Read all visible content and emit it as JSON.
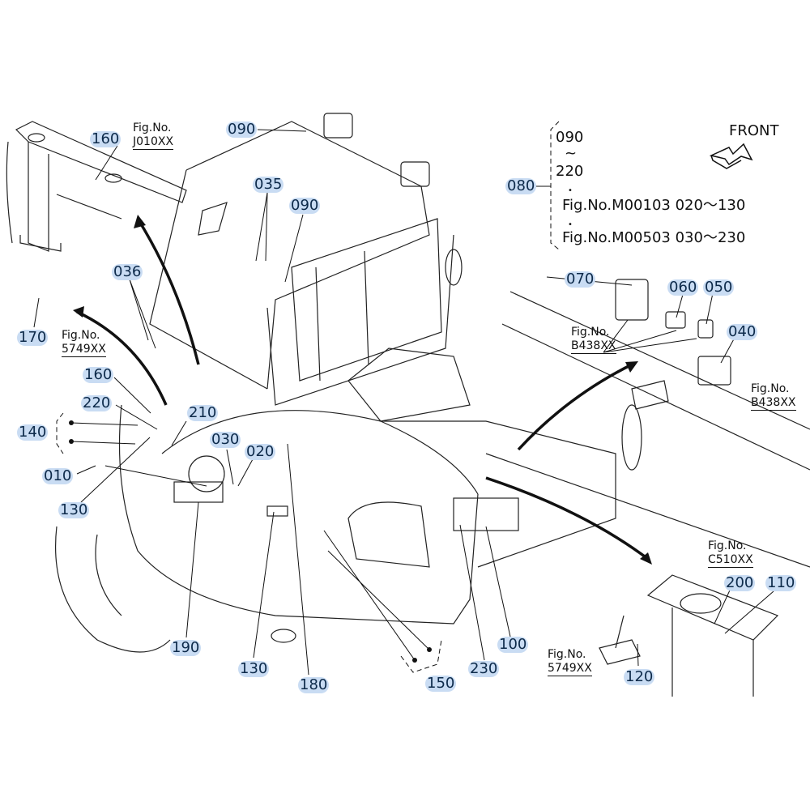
{
  "title": "Excavator electrical parts diagram",
  "orientation": {
    "label": "FRONT",
    "icon": "front-arrow-icon"
  },
  "note_group": {
    "callout": "080",
    "range_start": "090",
    "range_tilde": "~",
    "range_end": "220",
    "lines": [
      "Fig.No.M00103  020～130",
      "Fig.No.M00503  030～230"
    ]
  },
  "fig_refs": [
    {
      "id": "j010",
      "line1": "Fig.No.",
      "line2": "J010XX"
    },
    {
      "id": "5749-left",
      "line1": "Fig.No.",
      "line2": "5749XX"
    },
    {
      "id": "b438-a",
      "line1": "Fig.No.",
      "line2": "B438XX"
    },
    {
      "id": "b438-b",
      "line1": "Fig.No.",
      "line2": "B438XX"
    },
    {
      "id": "c510",
      "line1": "Fig.No.",
      "line2": "C510XX"
    },
    {
      "id": "5749-right",
      "line1": "Fig.No.",
      "line2": "5749XX"
    }
  ],
  "callouts": [
    {
      "id": "160-top",
      "label": "160"
    },
    {
      "id": "090-top",
      "label": "090"
    },
    {
      "id": "035",
      "label": "035"
    },
    {
      "id": "090-mid",
      "label": "090"
    },
    {
      "id": "036",
      "label": "036"
    },
    {
      "id": "170",
      "label": "170"
    },
    {
      "id": "160-left",
      "label": "160"
    },
    {
      "id": "220",
      "label": "220"
    },
    {
      "id": "140",
      "label": "140"
    },
    {
      "id": "210",
      "label": "210"
    },
    {
      "id": "030",
      "label": "030"
    },
    {
      "id": "020",
      "label": "020"
    },
    {
      "id": "010",
      "label": "010"
    },
    {
      "id": "130-left",
      "label": "130"
    },
    {
      "id": "190",
      "label": "190"
    },
    {
      "id": "130-bottom",
      "label": "130"
    },
    {
      "id": "180",
      "label": "180"
    },
    {
      "id": "150",
      "label": "150"
    },
    {
      "id": "230",
      "label": "230"
    },
    {
      "id": "100",
      "label": "100"
    },
    {
      "id": "070",
      "label": "070"
    },
    {
      "id": "060",
      "label": "060"
    },
    {
      "id": "050",
      "label": "050"
    },
    {
      "id": "040",
      "label": "040"
    },
    {
      "id": "200",
      "label": "200"
    },
    {
      "id": "110",
      "label": "110"
    },
    {
      "id": "120",
      "label": "120"
    }
  ],
  "colors": {
    "callout_highlight": "#c9dcf3",
    "callout_text": "#0d2a4a",
    "line": "#111111"
  }
}
